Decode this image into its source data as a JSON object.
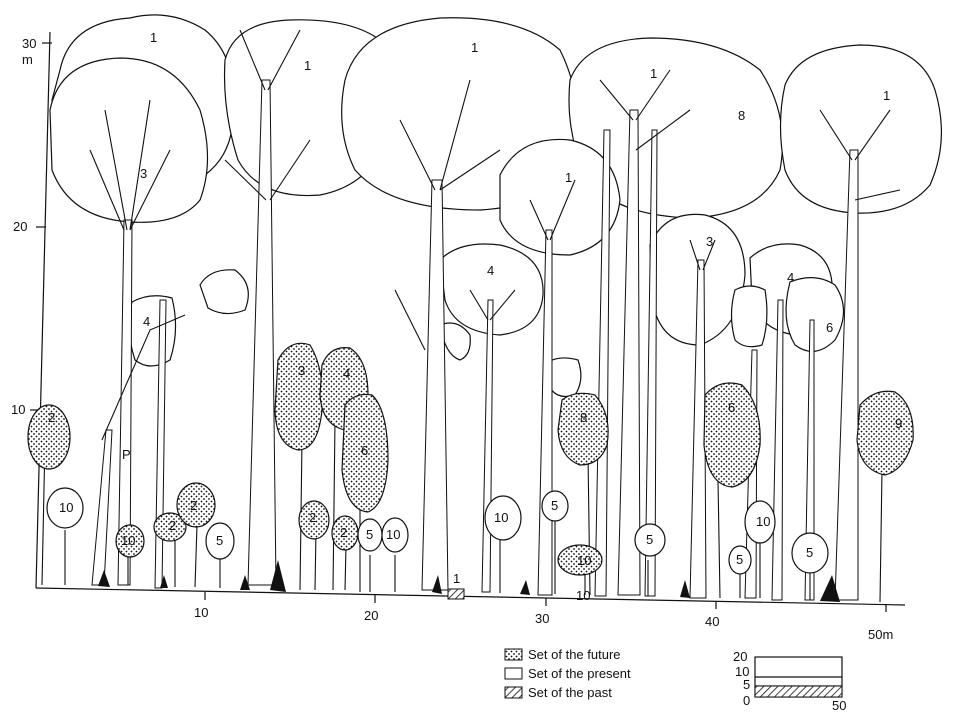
{
  "axis": {
    "y_ticks": [
      "30",
      "20",
      "10"
    ],
    "y_unit": "m",
    "x_ticks": [
      "10",
      "20",
      "30",
      "40"
    ],
    "x_last": "50m"
  },
  "trees": {
    "future": [
      {
        "label": "2"
      },
      {
        "label": "10"
      },
      {
        "label": "2"
      },
      {
        "label": "2"
      },
      {
        "label": "3"
      },
      {
        "label": "4"
      },
      {
        "label": "6"
      },
      {
        "label": "2"
      },
      {
        "label": "2"
      },
      {
        "label": "8"
      },
      {
        "label": "10"
      },
      {
        "label": "6"
      },
      {
        "label": "9"
      }
    ],
    "present": [
      {
        "label": "1"
      },
      {
        "label": "1"
      },
      {
        "label": "3"
      },
      {
        "label": "1"
      },
      {
        "label": "1"
      },
      {
        "label": "8"
      },
      {
        "label": "1"
      },
      {
        "label": "1"
      },
      {
        "label": "4"
      },
      {
        "label": "3"
      },
      {
        "label": "4"
      },
      {
        "label": "6"
      },
      {
        "label": "4"
      },
      {
        "label": "10"
      },
      {
        "label": "5"
      },
      {
        "label": "5"
      },
      {
        "label": "10"
      },
      {
        "label": "10"
      },
      {
        "label": "10"
      },
      {
        "label": "5"
      },
      {
        "label": "5"
      },
      {
        "label": "10"
      },
      {
        "label": "5"
      },
      {
        "label": "5"
      }
    ],
    "past": [
      {
        "label": "1"
      }
    ],
    "p_marker": "P"
  },
  "legend": {
    "future": "Set of the future",
    "present": "Set of the present",
    "past": "Set of the past"
  },
  "scale": {
    "ticks": [
      "20",
      "10",
      "5",
      "0"
    ],
    "end": "50"
  },
  "colors": {
    "ink": "#111111",
    "paper": "#ffffff"
  }
}
